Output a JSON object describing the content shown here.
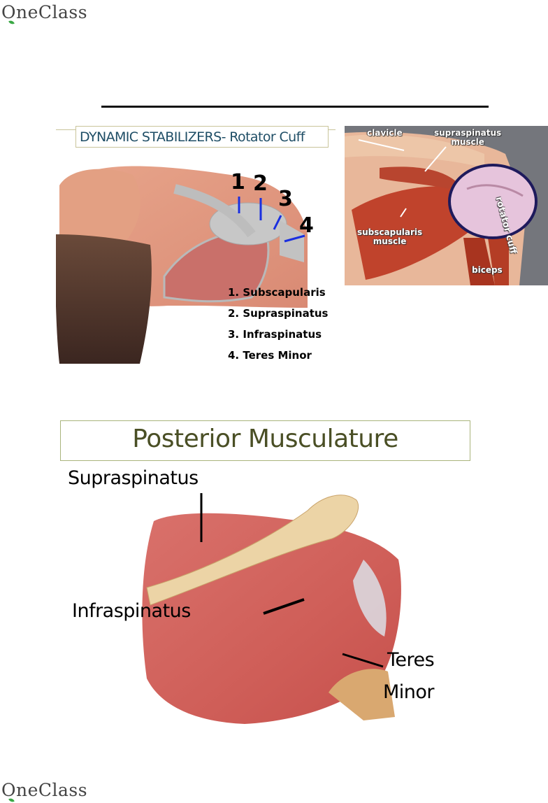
{
  "header": {
    "logo_text": "OneClass",
    "logo_icon": "apple-leaf-icon"
  },
  "footer": {
    "logo_text": "OneClass",
    "logo_icon": "apple-leaf-icon"
  },
  "section1": {
    "title": "DYNAMIC STABILIZERS- Rotator Cuff",
    "figure_left": {
      "numbers": [
        "1",
        "2",
        "3",
        "4"
      ],
      "legend": [
        "1.  Subscapularis",
        "2.  Supraspinatus",
        "3.  Infraspinatus",
        "4.  Teres Minor"
      ],
      "pointer_color": "#1a2fe0"
    },
    "figure_right": {
      "labels": {
        "clavicle": "clavicle",
        "supraspinatus": "supraspinatus\nmuscle",
        "subscapularis": "subscapularis\nmuscle",
        "biceps": "biceps",
        "rotator_cuff": "rotator cuff"
      },
      "circle_color": "#1e1a5c"
    }
  },
  "section2": {
    "title": "Posterior Musculature",
    "labels": {
      "supraspinatus": "Supraspinatus",
      "infraspinatus": "Infraspinatus",
      "teres": "Teres",
      "minor": "Minor"
    }
  }
}
